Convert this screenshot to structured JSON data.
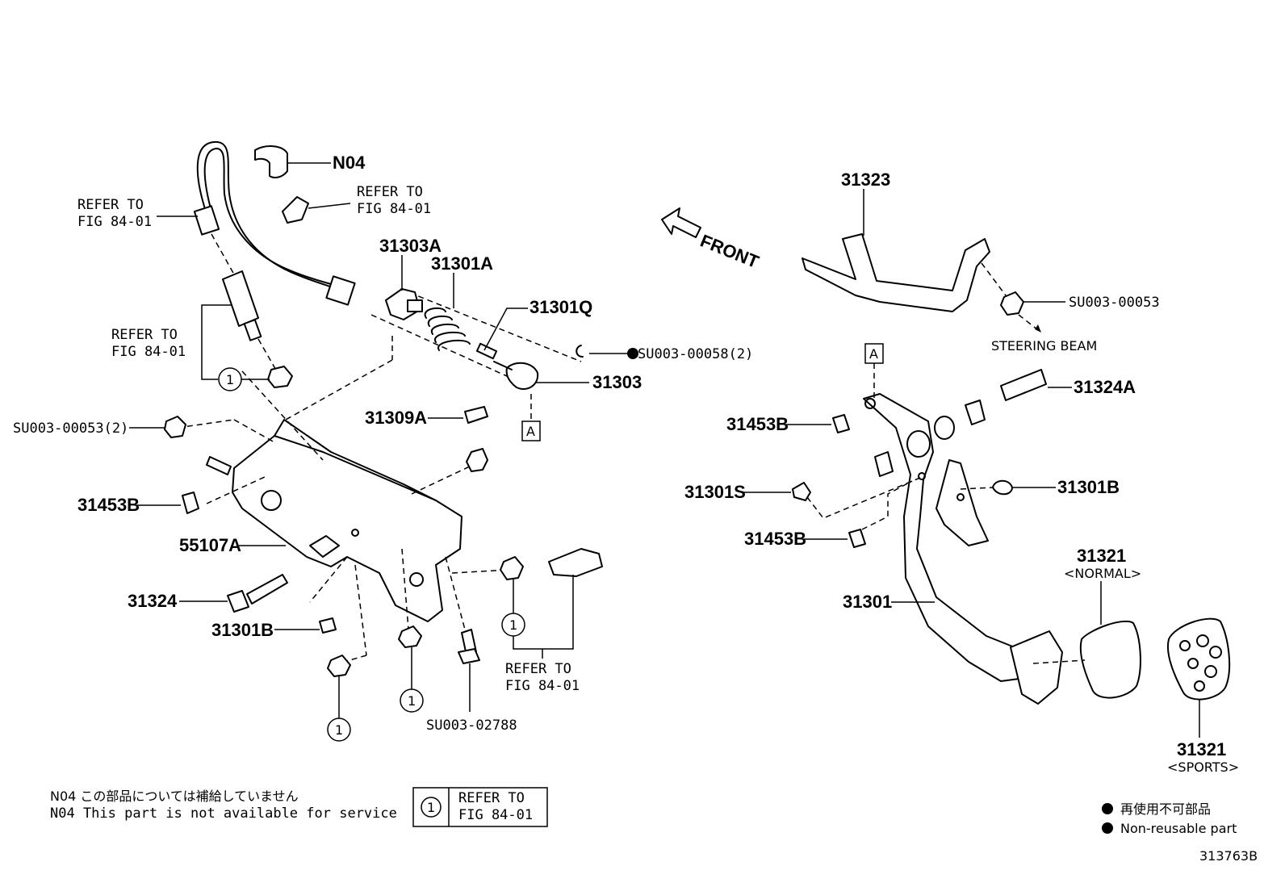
{
  "labels": {
    "n04": "N04",
    "refer_left_1": "REFER TO",
    "refer_left_2": "FIG 84-01",
    "refer_top_1": "REFER TO",
    "refer_top_2": "FIG 84-01",
    "refer_mid_1": "REFER TO",
    "refer_mid_2": "FIG 84-01",
    "refer_bottom_1": "REFER TO",
    "refer_bottom_2": "FIG 84-01",
    "p31303a": "31303A",
    "p31301a": "31301A",
    "p31301q": "31301Q",
    "p31303": "31303",
    "p31309a": "31309A",
    "su00058": "SU003-00058(2)",
    "su00053_2": "SU003-00053(2)",
    "p31453b_left": "31453B",
    "p55107a": "55107A",
    "p31324": "31324",
    "p31301b_left": "31301B",
    "su02788": "SU003-02788",
    "p31323": "31323",
    "front": "FRONT",
    "su00053": "SU003-00053",
    "steering_beam": "STEERING BEAM",
    "p31324a": "31324A",
    "p31453b_r1": "31453B",
    "p31301s": "31301S",
    "p31301b_right": "31301B",
    "p31453b_r2": "31453B",
    "p31301": "31301",
    "p31321_normal": "31321",
    "normal": "<NORMAL>",
    "p31321_sports": "31321",
    "sports": "<SPORTS>",
    "ref_a1": "A",
    "ref_a2": "A",
    "circle_one": "1"
  },
  "notes": {
    "n04_jp": "N04 この部品については補給していません",
    "n04_en": "N04 This part is not available for service"
  },
  "legend_box": {
    "number": "1",
    "line1": "REFER TO",
    "line2": "FIG 84-01"
  },
  "non_reusable": {
    "jp": "再使用不可部品",
    "en": "Non-reusable part"
  },
  "diagram_id": "313763B"
}
